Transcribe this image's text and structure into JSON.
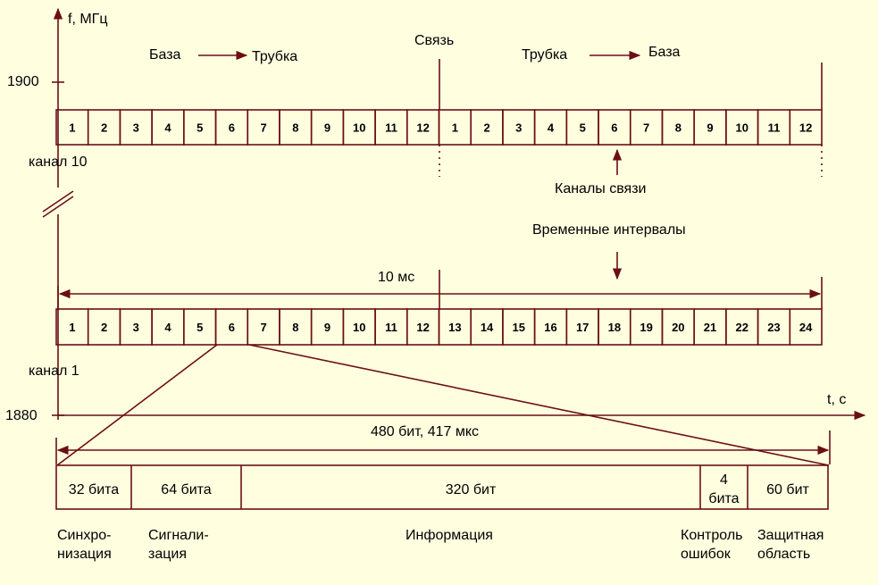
{
  "axis": {
    "freq_label": "f, МГц",
    "freq_1900": "1900",
    "freq_1880": "1880",
    "time_label": "t, с"
  },
  "labels": {
    "channel_10": "канал 10",
    "channel_1": "канал 1",
    "base": "База",
    "handset": "Трубка",
    "handset2": "Трубка",
    "base2": "База",
    "link": "Связь",
    "link_channels": "Каналы связи",
    "time_slots": "Временные интервалы",
    "frame_10ms": "10 мс",
    "slot_bits": "480 бит, 417 мкс"
  },
  "top_row_cells": [
    "1",
    "2",
    "3",
    "4",
    "5",
    "6",
    "7",
    "8",
    "9",
    "10",
    "11",
    "12",
    "1",
    "2",
    "3",
    "4",
    "5",
    "6",
    "7",
    "8",
    "9",
    "10",
    "11",
    "12"
  ],
  "bottom_row_cells": [
    "1",
    "2",
    "3",
    "4",
    "5",
    "6",
    "7",
    "8",
    "9",
    "10",
    "11",
    "12",
    "13",
    "14",
    "15",
    "16",
    "17",
    "18",
    "19",
    "20",
    "21",
    "22",
    "23",
    "24"
  ],
  "slot_fields": [
    {
      "bits": "32 бита",
      "bits_line2": "",
      "name1": "Синхро-",
      "name2": "низация"
    },
    {
      "bits": "64 бита",
      "bits_line2": "",
      "name1": "Сигнали-",
      "name2": "зация"
    },
    {
      "bits": "320 бит",
      "bits_line2": "",
      "name1": "Информация",
      "name2": ""
    },
    {
      "bits": "4",
      "bits_line2": "бита",
      "name1": "Контроль",
      "name2": "ошибок"
    },
    {
      "bits": "60 бит",
      "bits_line2": "",
      "name1": "Защитная",
      "name2": "область"
    }
  ],
  "colors": {
    "line": "#6b0f14",
    "background": "#ffffe0",
    "text": "#000000"
  }
}
